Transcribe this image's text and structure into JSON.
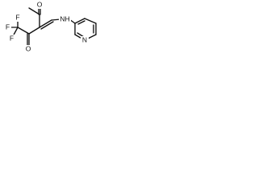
{
  "molecule": {
    "labels": {
      "f_left": "F",
      "f_top": "F",
      "f_bottom": "F",
      "o_top": "O",
      "o_bottom": "O",
      "nh": "NH",
      "n_ring": "N"
    }
  }
}
